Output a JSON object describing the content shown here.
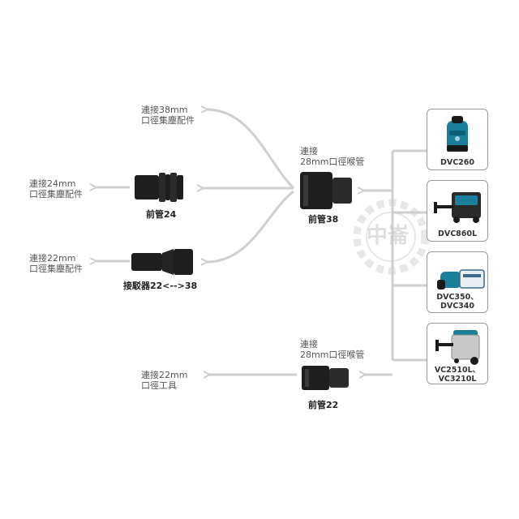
{
  "connect_labels": {
    "conn_38mm": "連接38mm\n口徑集塵配件",
    "conn_24mm": "連接24mm\n口徑集塵配件",
    "conn_22mm": "連接22mm\n口徑集塵配件",
    "conn_22mm_tool": "連接22mm\n口徑工具",
    "pipe38_top": "連接\n28mm口徑喉管",
    "pipe22_top": "連接\n28mm口徑喉管"
  },
  "parts": {
    "front_pipe_24": "前管24",
    "adapter_22_38": "接駁器22<-->38",
    "front_pipe_38": "前管38",
    "front_pipe_22": "前管22"
  },
  "machines": [
    {
      "model": "DVC260",
      "icon": "backpack-vacuum-icon"
    },
    {
      "model": "DVC860L",
      "icon": "cart-vacuum-icon"
    },
    {
      "model": "DVC350、\nDVC340",
      "icon": "compact-vacuum-icon"
    },
    {
      "model": "VC2510L、\nVC3210L",
      "icon": "wet-dry-vacuum-icon"
    }
  ],
  "watermark": "中崙",
  "colors": {
    "line": "#cfcfcf",
    "part": "#1e1e1e",
    "brand": "#1a7f9a"
  }
}
